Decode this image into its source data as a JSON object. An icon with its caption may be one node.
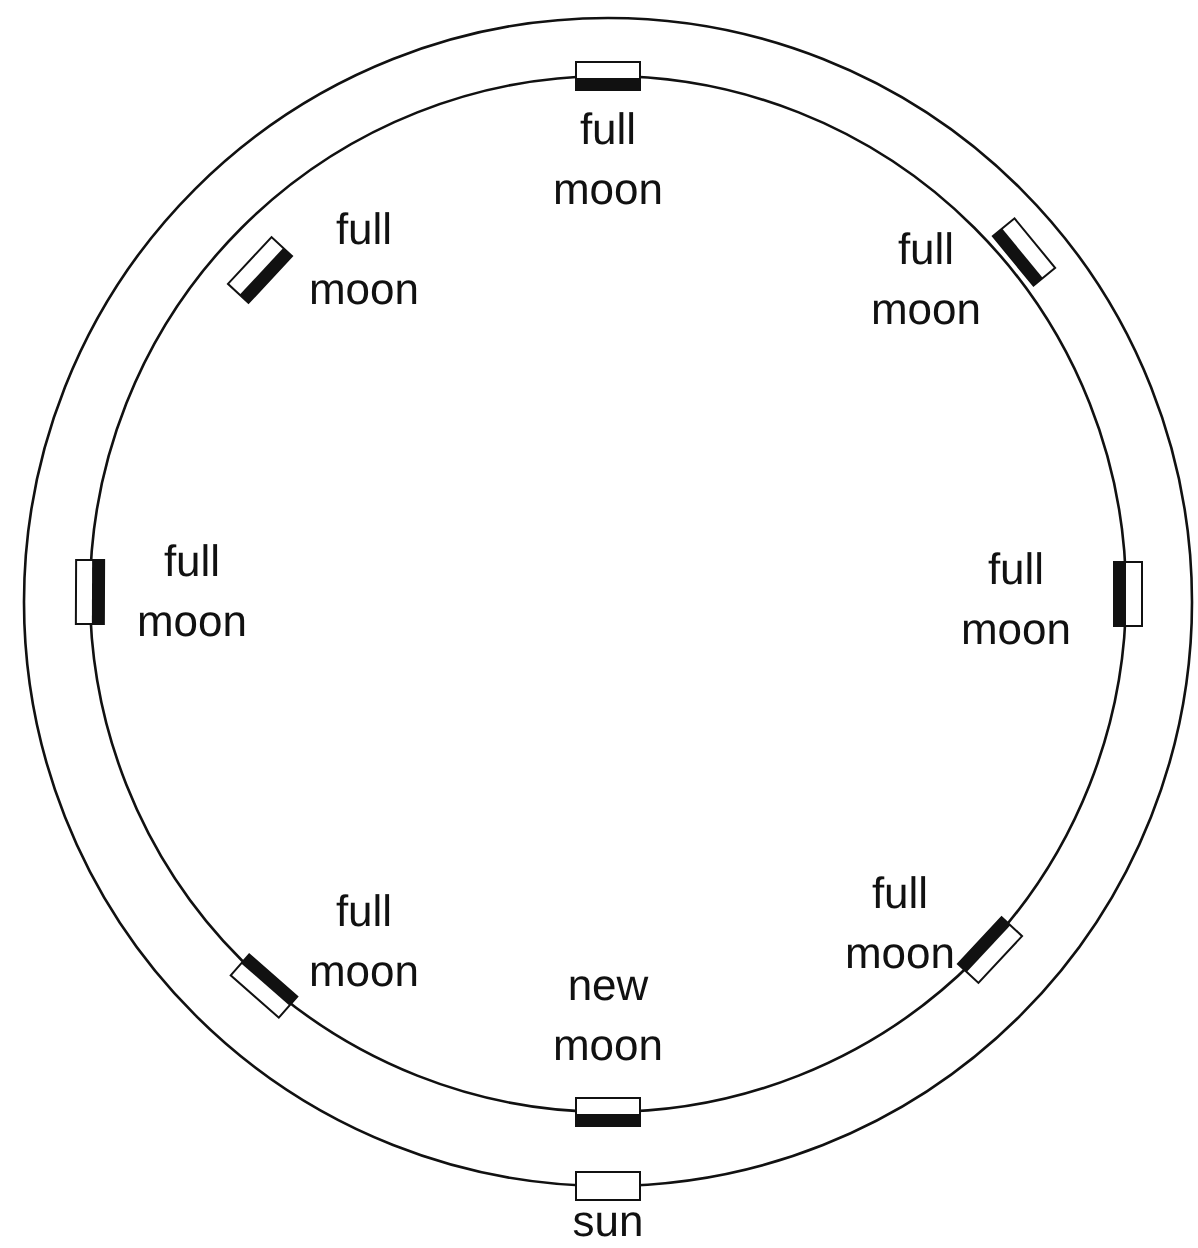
{
  "diagram": {
    "nodes": [
      {
        "text": [],
        "shape": "box",
        "beside": [
          "full moon"
        ]
      },
      {
        "text": [],
        "shape": "box",
        "beside": [
          "full moon"
        ]
      },
      {
        "text": [],
        "shape": "box",
        "beside": [
          "full moon"
        ]
      },
      {
        "text": [],
        "shape": "box",
        "beside": [
          "full moon"
        ]
      },
      {
        "text": [],
        "shape": "box",
        "beside": [
          "full moon"
        ]
      },
      {
        "text": [],
        "shape": "box",
        "beside": [
          "full moon"
        ]
      },
      {
        "text": [],
        "shape": "box",
        "beside": [
          "full moon"
        ]
      },
      {
        "text": [],
        "shape": "box",
        "beside": [
          "new moon"
        ]
      },
      {
        "text": [],
        "shape": "box",
        "beside": [
          "sun"
        ]
      }
    ]
  }
}
